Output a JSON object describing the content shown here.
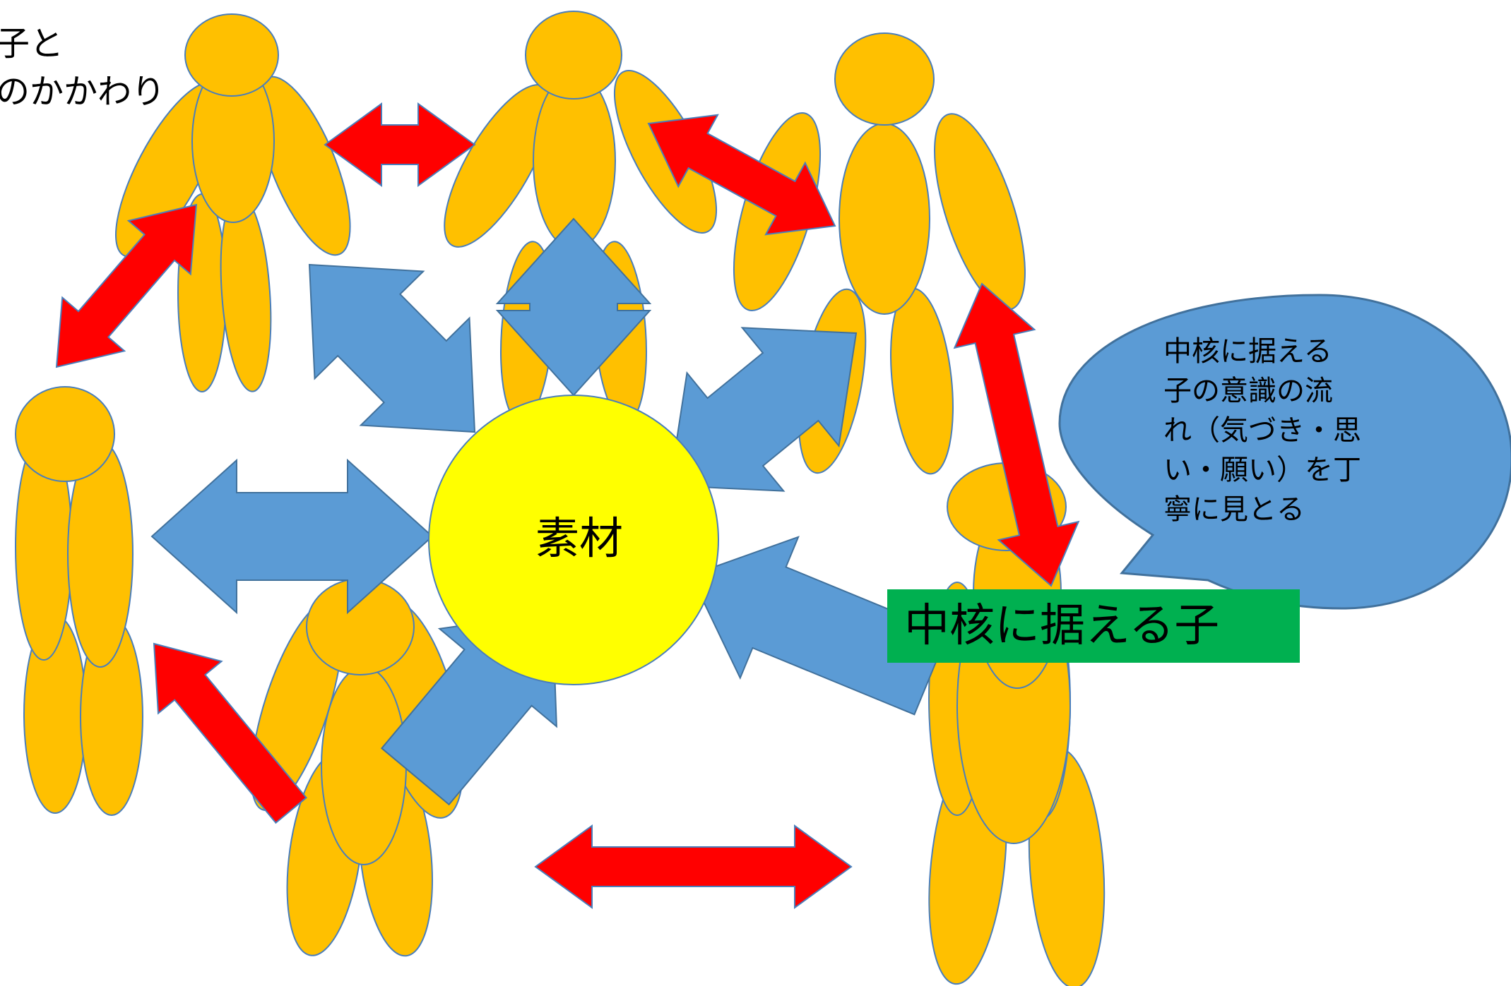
{
  "colors": {
    "person_fill": "#ffc000",
    "person_stroke": "#4a7ebb",
    "child_arrow": "#ff0000",
    "material_arrow": "#5b9bd5",
    "material_circle": "#ffff00",
    "speech_bubble": "#5b9bd5",
    "focus_label_bg": "#00b050"
  },
  "note": {
    "line1": "子と",
    "line2": "のかかわり"
  },
  "center": {
    "label": "素材"
  },
  "focus_child": {
    "label": "中核に据える子"
  },
  "speech_bubble": {
    "lines": [
      "中核に据える",
      "子の意識の流",
      "れ（気づき・思",
      "い・願い）を丁",
      "寧に見とる"
    ]
  }
}
